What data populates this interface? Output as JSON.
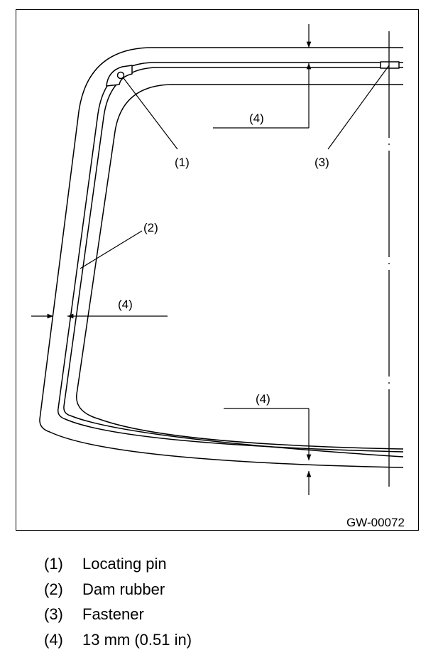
{
  "figure": {
    "code": "GW-00072",
    "callouts": {
      "locating_pin": "(1)",
      "dam_rubber": "(2)",
      "fastener": "(3)",
      "dimension": "(4)"
    }
  },
  "legend": {
    "items": [
      {
        "number": "(1)",
        "text": "Locating pin"
      },
      {
        "number": "(2)",
        "text": "Dam rubber"
      },
      {
        "number": "(3)",
        "text": "Fastener"
      },
      {
        "number": "(4)",
        "text": "13 mm (0.51 in)"
      }
    ]
  }
}
